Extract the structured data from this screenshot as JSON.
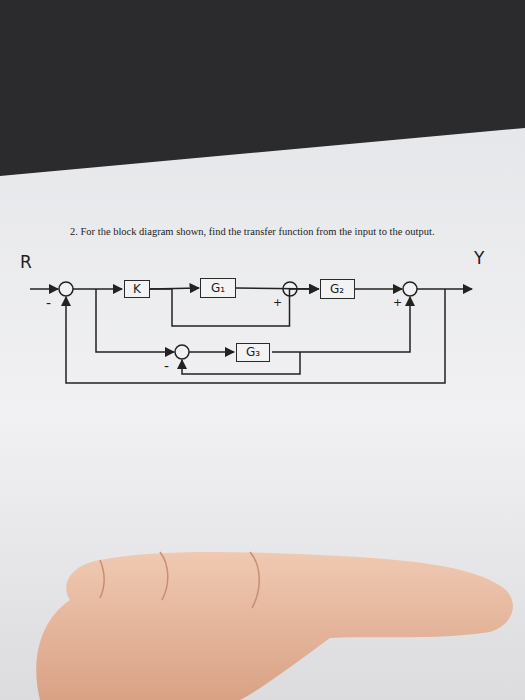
{
  "diagram": {
    "title": "2. For the block diagram shown, find the transfer function from the input to the output.",
    "nodes": [
      {
        "text": [
          "K"
        ]
      },
      {
        "text": [
          "G₁"
        ]
      },
      {
        "text": [
          "G₂"
        ]
      },
      {
        "text": [
          "G₃"
        ]
      }
    ],
    "edges": [
      {
        "from": 0,
        "to": 1,
        "arrow": "to"
      },
      {
        "from": 1,
        "to": 2,
        "arrow": "to"
      },
      {
        "from": 0,
        "to": 2,
        "arrow": "to"
      }
    ],
    "labels": [
      "R",
      "Y",
      "-",
      "+",
      "+",
      "-"
    ]
  }
}
